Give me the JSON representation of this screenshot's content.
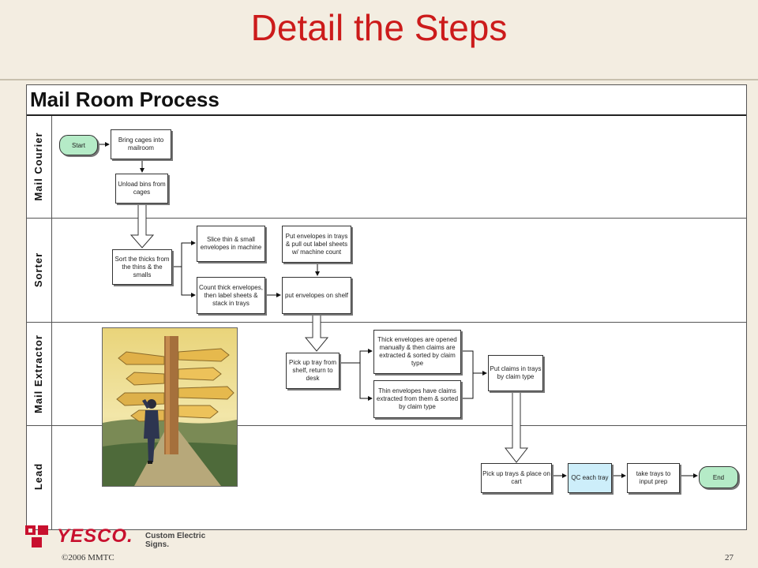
{
  "slide": {
    "title": "Detail the Steps",
    "copyright": "©2006 MMTC",
    "page_number": "27"
  },
  "diagram": {
    "title": "Mail Room Process",
    "lanes": [
      "Mail Courier",
      "Sorter",
      "Mail Extractor",
      "Lead"
    ],
    "steps": {
      "start": "Start",
      "bring_cages": "Bring cages into mailroom",
      "unload_bins": "Unload bins from cages",
      "sort_thicks": "Sort the thicks from the thins & the smalls",
      "slice_thin": "Slice thin & small envelopes in machine",
      "count_thick": "Count thick envelopes, then label sheets & stack in trays",
      "put_envelopes_trays": "Put envelopes in trays & pull out label sheets w/ machine count",
      "put_on_shelf": "put envelopes on shelf",
      "pick_up_tray": "Pick up tray from shelf, return to desk",
      "thick_opened": "Thick envelopes are opened manually & then claims are extracted & sorted by claim type",
      "thin_extracted": "Thin envelopes have claims extracted from them & sorted by claim type",
      "put_claims": "Put claims in trays by claim type",
      "pick_up_trays": "Pick up trays & place on cart",
      "qc_tray": "QC each tray",
      "take_trays": "take trays to input prep",
      "end": "End"
    }
  },
  "logo": {
    "name": "YESCO.",
    "tagline": "Custom Electric Signs."
  },
  "colors": {
    "title_red": "#cc1b1b",
    "terminal_green": "#b5ebc7",
    "qc_blue": "#cdeefa",
    "logo_red": "#c8102e"
  }
}
